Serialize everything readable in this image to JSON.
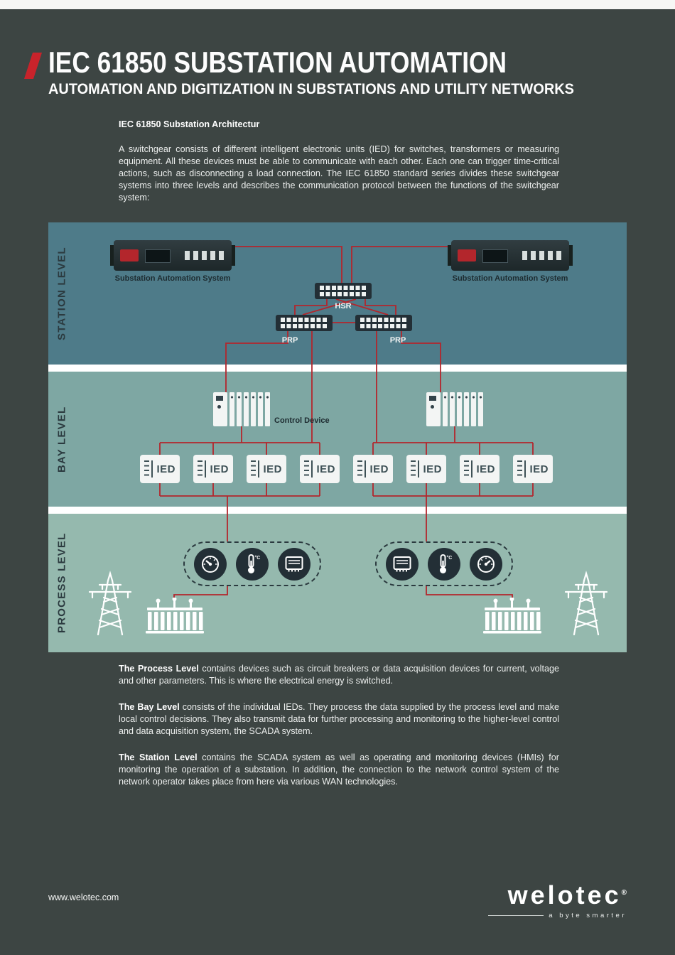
{
  "header": {
    "title": "IEC 61850 SUBSTATION AUTOMATION",
    "subtitle": "AUTOMATION AND DIGITIZATION IN SUBSTATIONS AND UTILITY NETWORKS"
  },
  "intro": {
    "heading": "IEC 61850 Substation Architectur",
    "body": "A switchgear consists of different intelligent electronic units (IED) for switches, transformers or measuring equipment. All these devices must be able to communicate with each other. Each one can trigger time-critical actions, such as disconnecting a load connection. The IEC 61850 standard series divides these switchgear systems into three levels and describes the communication protocol between the functions of the switchgear system:"
  },
  "diagram": {
    "levels": {
      "station": "STATION LEVEL",
      "bay": "BAY LEVEL",
      "process": "PROCESS LEVEL"
    },
    "station": {
      "sas_label": "Substation Automation System",
      "hsr_label": "HSR",
      "prp_label": "PRP"
    },
    "bay": {
      "control_device_label": "Control Device",
      "ied_label": "IED"
    },
    "colors": {
      "station_bg": "#4e7b89",
      "bay_bg": "#7ea7a3",
      "process_bg": "#95b9ae",
      "wire_red": "#b3262c",
      "device_dark": "#232f36",
      "accent_red": "#c8232b"
    }
  },
  "body_paragraphs": [
    {
      "lead": "The Process Level",
      "rest": " contains devices such as circuit breakers or data acquisition devices for current, voltage and other parameters. This is where the electrical energy is switched."
    },
    {
      "lead": "The Bay Level",
      "rest": " consists of the individual IEDs. They process the data supplied by the process level and make local control decisions. They also transmit data for further processing and monitoring to the higher-level control and data acquisition system, the SCADA system."
    },
    {
      "lead": "The Station Level",
      "rest": " contains the SCADA system as well as operating and monitoring devices (HMIs) for monitoring the operation of a substation. In addition, the connection to the network control system of the network operator takes place from here via various WAN technologies."
    }
  ],
  "footer": {
    "website": "www.welotec.com",
    "logo_text": "welotec",
    "logo_mark": "®",
    "tagline": "a byte smarter"
  }
}
